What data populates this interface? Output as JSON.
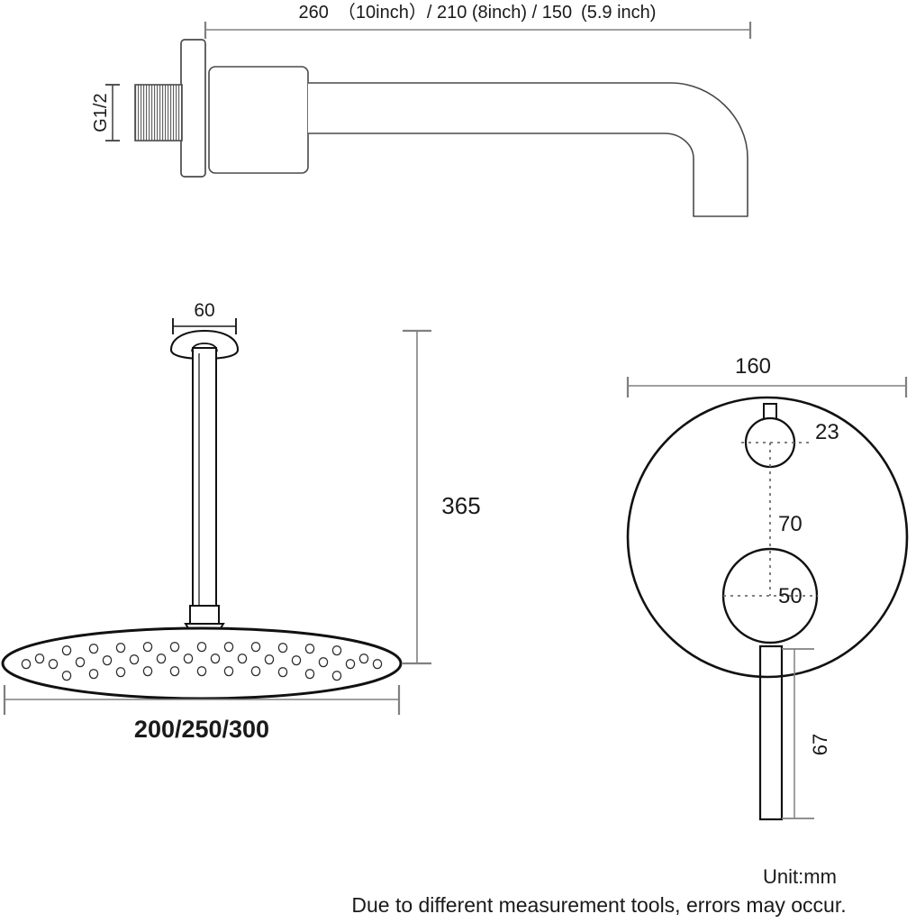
{
  "sheet": {
    "unit_note": "Unit:mm",
    "disclaimer": "Due to different measurement tools, errors may occur."
  },
  "views": {
    "spout": {
      "name": "wall mounted shower arm / spout side view",
      "length_dimension": "260 （10inch）/ 210 (8inch) / 150 (5.9 inch)",
      "thread_label": "G1/2"
    },
    "shower_head": {
      "name": "ceiling mounted rain shower head side view",
      "flange_dimension": "60",
      "drop_dimension": "365",
      "head_diameter_dimension": "200/250/300"
    },
    "valve": {
      "name": "concealed mixer valve front view",
      "plate_diameter": "160",
      "diverter_knob_diameter": "23",
      "center_distance": "70",
      "handle_hub_diameter": "50",
      "lever_length": "67"
    }
  },
  "colors": {
    "outline": "#4a4a4a",
    "heavy_outline": "#111111",
    "dimension_line": "#808080",
    "text": "#1a1a1a",
    "background": "#ffffff"
  },
  "chart_data": {
    "type": "table",
    "title": "Shower set technical dimension drawing",
    "rows": [
      {
        "feature": "Spout / arm projection",
        "value": "260 (10inch) / 210 (8inch) / 150 (5.9 inch)",
        "unit": "mm"
      },
      {
        "feature": "Inlet thread",
        "value": "G1/2",
        "unit": ""
      },
      {
        "feature": "Ceiling flange diameter",
        "value": "60",
        "unit": "mm"
      },
      {
        "feature": "Ceiling arm drop",
        "value": "365",
        "unit": "mm"
      },
      {
        "feature": "Shower head diameter",
        "value": "200/250/300",
        "unit": "mm"
      },
      {
        "feature": "Valve plate diameter",
        "value": "160",
        "unit": "mm"
      },
      {
        "feature": "Diverter knob diameter",
        "value": "23",
        "unit": "mm"
      },
      {
        "feature": "Knob to handle center distance",
        "value": "70",
        "unit": "mm"
      },
      {
        "feature": "Handle hub diameter",
        "value": "50",
        "unit": "mm"
      },
      {
        "feature": "Handle lever length",
        "value": "67",
        "unit": "mm"
      }
    ]
  }
}
